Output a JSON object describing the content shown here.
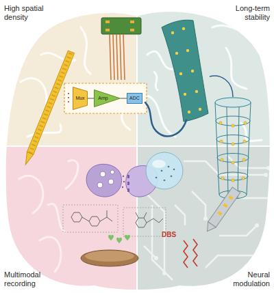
{
  "diagram": {
    "nodes": [
      {
        "text": [
          "Mux"
        ]
      },
      {
        "text": [
          "Amp"
        ]
      },
      {
        "text": [
          "ADC"
        ]
      }
    ],
    "edges": [
      {
        "from": 0,
        "to": 1,
        "arrow": "none"
      },
      {
        "from": 1,
        "to": 2,
        "arrow": "none"
      }
    ],
    "labels": [
      "High spatial density",
      "Long-term stability",
      "Multimodal recording",
      "Neural modulation",
      "DBS"
    ]
  }
}
